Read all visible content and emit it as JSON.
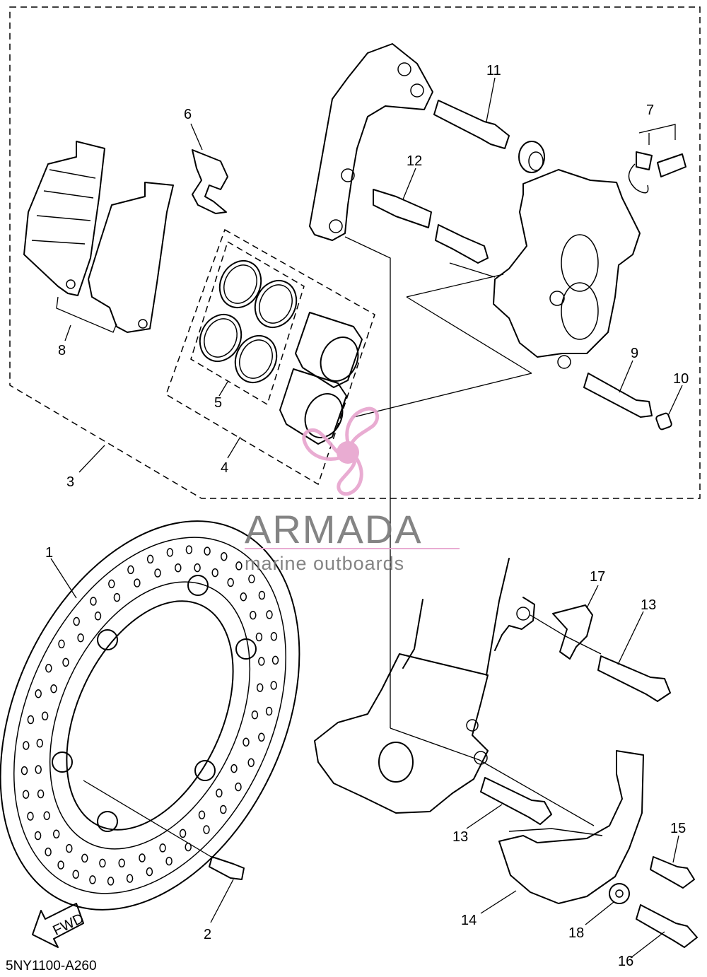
{
  "diagram": {
    "drawing_code": "5NY1100-A260",
    "fwd_label": "FWD",
    "callouts": [
      {
        "id": "c1",
        "label": "1"
      },
      {
        "id": "c2",
        "label": "2"
      },
      {
        "id": "c3",
        "label": "3"
      },
      {
        "id": "c4",
        "label": "4"
      },
      {
        "id": "c5",
        "label": "5"
      },
      {
        "id": "c6",
        "label": "6"
      },
      {
        "id": "c7",
        "label": "7"
      },
      {
        "id": "c8",
        "label": "8"
      },
      {
        "id": "c9",
        "label": "9"
      },
      {
        "id": "c10",
        "label": "10"
      },
      {
        "id": "c11",
        "label": "11"
      },
      {
        "id": "c12",
        "label": "12"
      },
      {
        "id": "c13a",
        "label": "13"
      },
      {
        "id": "c13b",
        "label": "13"
      },
      {
        "id": "c14",
        "label": "14"
      },
      {
        "id": "c15",
        "label": "15"
      },
      {
        "id": "c16",
        "label": "16"
      },
      {
        "id": "c17",
        "label": "17"
      },
      {
        "id": "c18",
        "label": "18"
      }
    ]
  },
  "watermark": {
    "brand": "ARMADA",
    "tagline": "marine outboards",
    "colors": {
      "logo": "#e8a6cf",
      "text": "#7a7a7a"
    }
  }
}
